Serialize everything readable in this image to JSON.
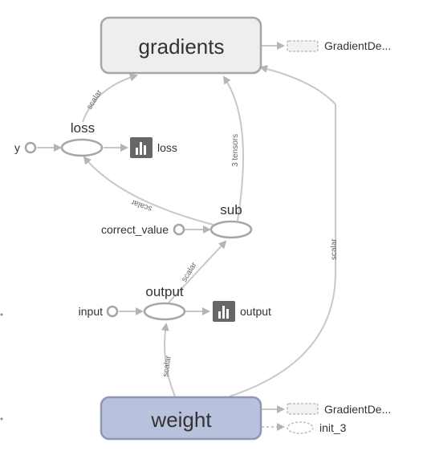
{
  "nodes": {
    "gradients": {
      "label": "gradients",
      "fill": "#eeeeee",
      "stroke": "#a6a6a6"
    },
    "weight": {
      "label": "weight",
      "fill": "#b8c2dd",
      "stroke": "#8e98b4"
    },
    "loss": {
      "label": "loss"
    },
    "sub": {
      "label": "sub"
    },
    "output": {
      "label": "output"
    },
    "y": {
      "label": "y"
    },
    "correct_value": {
      "label": "correct_value"
    },
    "input": {
      "label": "input"
    },
    "loss_summary": {
      "label": "loss",
      "icon": "bar-chart-icon"
    },
    "output_summary": {
      "label": "output",
      "icon": "bar-chart-icon"
    },
    "gradient_desc_top": {
      "label": "GradientDe..."
    },
    "gradient_desc_bottom": {
      "label": "GradientDe..."
    },
    "init_3": {
      "label": "init_3"
    }
  },
  "edges": {
    "loss_to_gradients": "scalar",
    "sub_to_gradients": "3 tensors",
    "sub_to_loss": "scalar",
    "output_to_sub": "scalar",
    "weight_to_output": "scalar",
    "weight_to_gradients": "scalar"
  },
  "colors": {
    "edge": "#c8c8c8",
    "summary_icon_bg": "#666666",
    "op_node_stroke": "#a6a6a6"
  }
}
